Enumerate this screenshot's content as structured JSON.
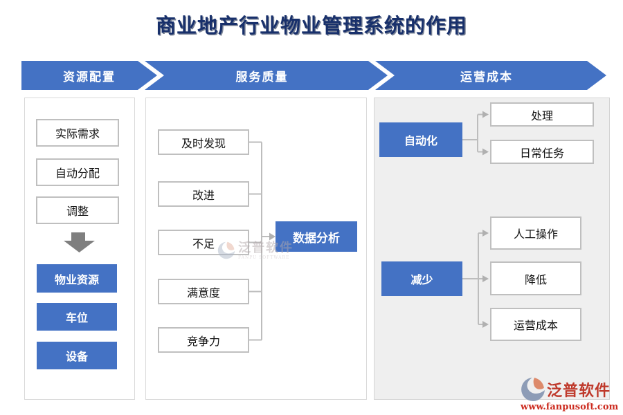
{
  "title": "商业地产行业物业管理系统的作用",
  "header": {
    "segments": [
      {
        "label": "资源配置"
      },
      {
        "label": "服务质量"
      },
      {
        "label": "运营成本"
      }
    ]
  },
  "columns": {
    "resource": {
      "steps": [
        "实际需求",
        "自动分配",
        "调整"
      ],
      "outputs": [
        "物业资源",
        "车位",
        "设备"
      ]
    },
    "service": {
      "factors": [
        "及时发现",
        "改进",
        "不足",
        "满意度",
        "竞争力"
      ],
      "hub": "数据分析"
    },
    "cost": {
      "groups": [
        {
          "label": "自动化",
          "targets": [
            "处理",
            "日常任务"
          ]
        },
        {
          "label": "减少",
          "targets": [
            "人工操作",
            "降低",
            "运营成本"
          ]
        }
      ]
    }
  },
  "watermark": {
    "brand": "泛普软件",
    "brand_sub": "FANPU SOFTWARE",
    "url": "www.fanpusoft.com"
  },
  "colors": {
    "accent_blue": "#4472C4",
    "title_navy": "#18306B",
    "panel_gray": "#EFEFEF",
    "box_border": "#BFBFBF",
    "wire_gray": "#BDBDBD",
    "flow_arrow_gray": "#7F7F7F",
    "watermark_red": "#BF392B",
    "logo_blue_gray": "#8D9CB6",
    "logo_salmon": "#DD8A6B"
  }
}
